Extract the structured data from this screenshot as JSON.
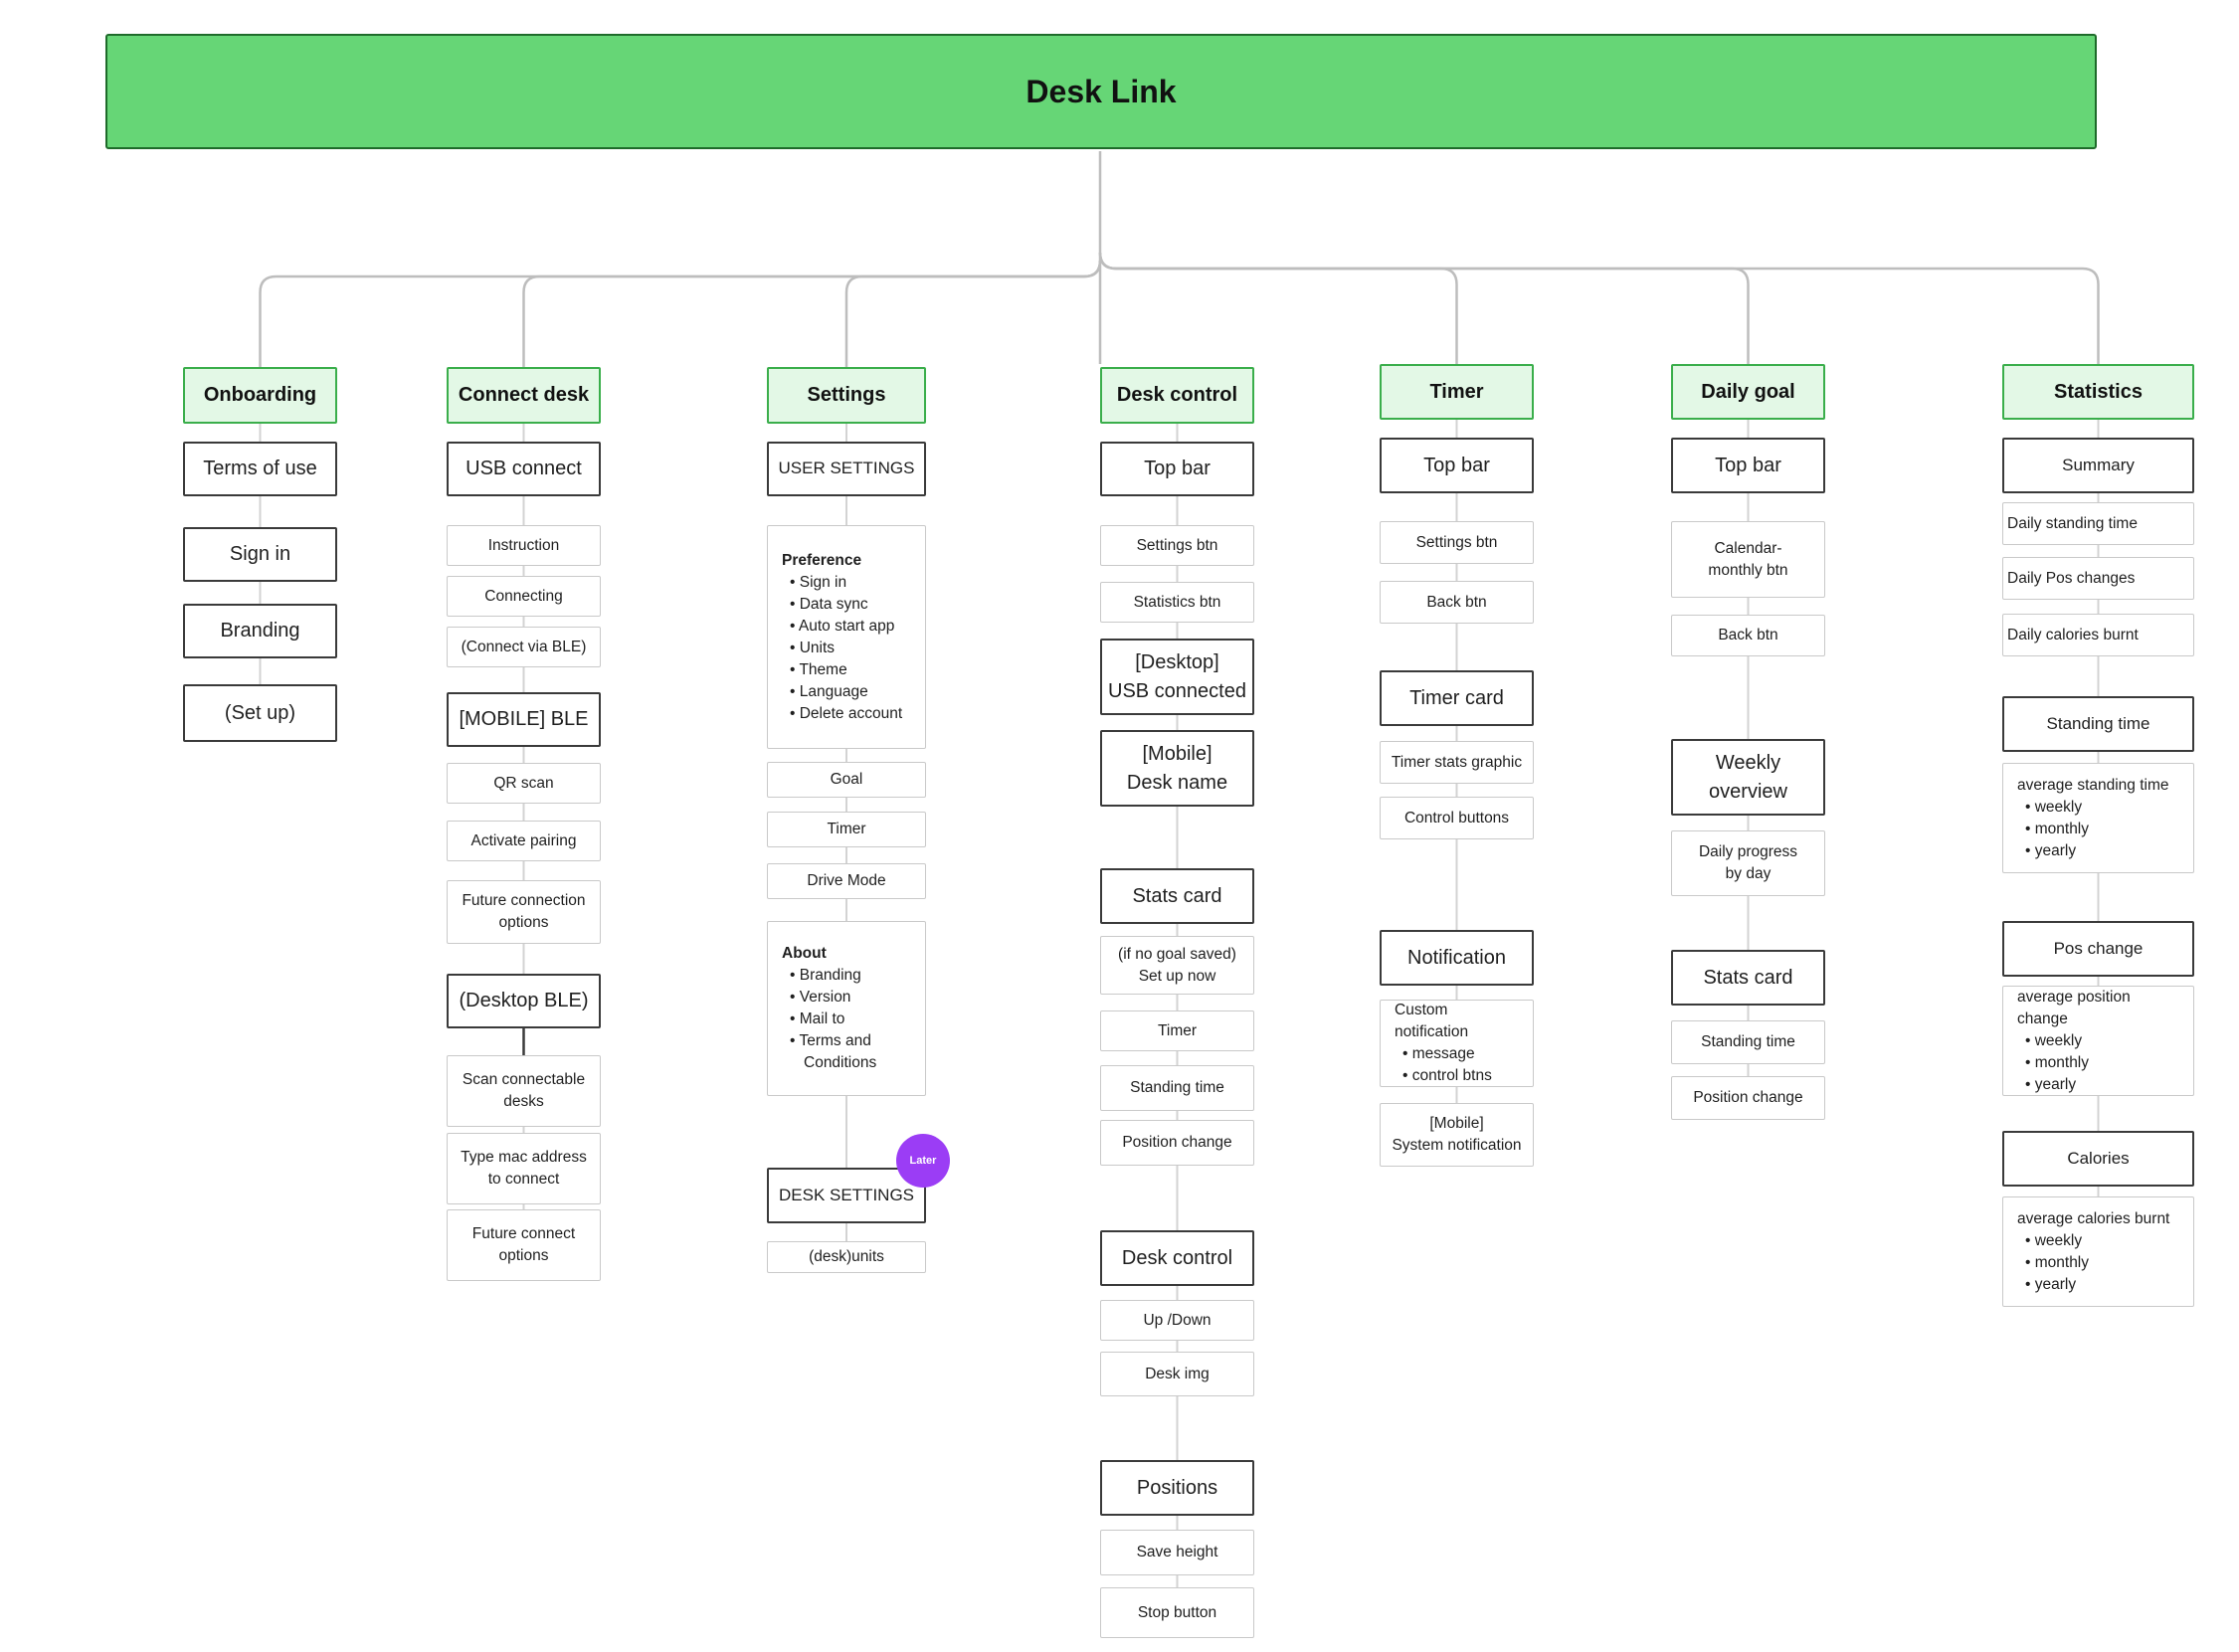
{
  "title": "Desk Link",
  "columns": [
    {
      "header": "Onboarding",
      "items": [
        {
          "text": "Terms of use"
        },
        {
          "text": "Sign in"
        },
        {
          "text": "Branding"
        },
        {
          "text": "(Set up)"
        }
      ]
    },
    {
      "header": "Connect desk",
      "items": [
        {
          "text": "USB connect"
        },
        {
          "text": "Instruction"
        },
        {
          "text": "Connecting"
        },
        {
          "text": "(Connect via BLE)"
        },
        {
          "text": "[MOBILE] BLE"
        },
        {
          "text": "QR scan"
        },
        {
          "text": "Activate pairing"
        },
        {
          "lines": [
            "Future connection",
            "options"
          ]
        },
        {
          "text": "(Desktop BLE)"
        },
        {
          "lines": [
            "Scan connectable",
            "desks"
          ]
        },
        {
          "lines": [
            "Type mac address",
            "to connect"
          ]
        },
        {
          "lines": [
            "Future connect",
            "options"
          ]
        }
      ]
    },
    {
      "header": "Settings",
      "items": [
        {
          "text": "USER SETTINGS"
        },
        {
          "heading": "Preference",
          "bullets": [
            "Sign in",
            "Data sync",
            "Auto start app",
            "Units",
            "Theme",
            "Language",
            "Delete account"
          ]
        },
        {
          "text": "Goal"
        },
        {
          "text": "Timer"
        },
        {
          "text": "Drive Mode"
        },
        {
          "heading": "About",
          "bullets": [
            "Branding",
            "Version",
            "Mail to",
            "Terms and Conditions"
          ]
        },
        {
          "text": "DESK SETTINGS",
          "badge": "Later"
        },
        {
          "text": "(desk)units"
        }
      ]
    },
    {
      "header": "Desk control",
      "items": [
        {
          "text": "Top bar"
        },
        {
          "text": "Settings btn"
        },
        {
          "text": "Statistics btn"
        },
        {
          "lines": [
            "[Desktop]",
            "USB connected"
          ]
        },
        {
          "lines": [
            "[Mobile]",
            "Desk name"
          ]
        },
        {
          "text": "Stats card"
        },
        {
          "lines": [
            "(if no goal saved)",
            "Set up now"
          ]
        },
        {
          "text": "Timer"
        },
        {
          "text": "Standing time"
        },
        {
          "text": "Position change"
        },
        {
          "text": "Desk control"
        },
        {
          "text": "Up /Down"
        },
        {
          "text": "Desk img"
        },
        {
          "text": "Positions"
        },
        {
          "text": "Save height"
        },
        {
          "text": "Stop button"
        }
      ]
    },
    {
      "header": "Timer",
      "items": [
        {
          "text": "Top bar"
        },
        {
          "text": "Settings btn"
        },
        {
          "text": "Back btn"
        },
        {
          "text": "Timer card"
        },
        {
          "text": "Timer stats graphic"
        },
        {
          "text": "Control buttons"
        },
        {
          "text": "Notification"
        },
        {
          "heading": "Custom notification",
          "bullets": [
            "message",
            "control btns"
          ]
        },
        {
          "lines": [
            "[Mobile]",
            "System notification"
          ]
        }
      ]
    },
    {
      "header": "Daily goal",
      "items": [
        {
          "text": "Top bar"
        },
        {
          "lines": [
            "Calendar-",
            "monthly btn"
          ]
        },
        {
          "text": "Back btn"
        },
        {
          "lines": [
            "Weekly",
            "overview"
          ]
        },
        {
          "lines": [
            "Daily progress",
            "by day"
          ]
        },
        {
          "text": "Stats card"
        },
        {
          "text": "Standing time"
        },
        {
          "text": "Position change"
        }
      ]
    },
    {
      "header": "Statistics",
      "items": [
        {
          "text": "Summary"
        },
        {
          "text": "Daily standing time"
        },
        {
          "text": "Daily Pos changes"
        },
        {
          "text": "Daily calories burnt"
        },
        {
          "text": "Standing time"
        },
        {
          "heading": "average standing time",
          "bullets": [
            "weekly",
            "monthly",
            "yearly"
          ]
        },
        {
          "text": "Pos change"
        },
        {
          "heading": "average position change",
          "bullets": [
            "weekly",
            "monthly",
            "yearly"
          ]
        },
        {
          "text": "Calories"
        },
        {
          "heading": "average calories burnt",
          "bullets": [
            "weekly",
            "monthly",
            "yearly"
          ]
        }
      ]
    }
  ]
}
